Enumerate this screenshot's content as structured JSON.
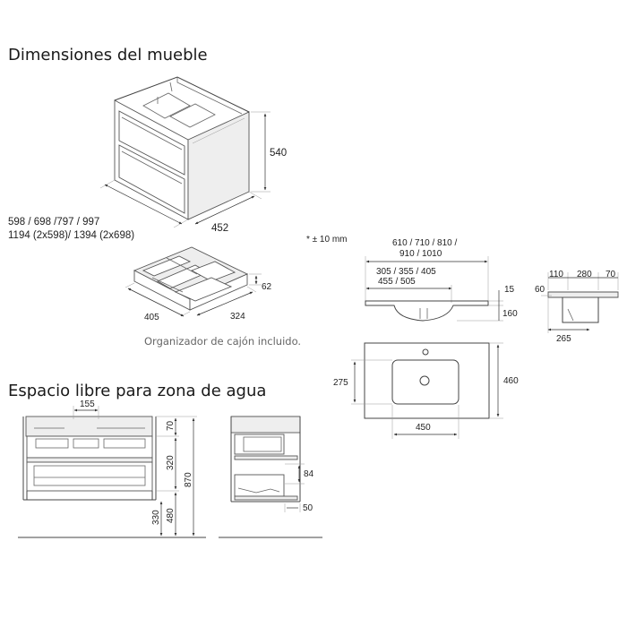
{
  "titles": {
    "furniture": "Dimensiones del mueble",
    "water": "Espacio libre para zona de agua"
  },
  "furniture": {
    "width": "598 / 698 /797 / 997",
    "width2": "1194 (2x598)/ 1394 (2x698)",
    "depth": "452",
    "height": "540"
  },
  "organizer": {
    "w": "405",
    "d": "324",
    "h": "62",
    "caption": "Organizador de cajón incluido."
  },
  "basin": {
    "tolerance": "* ± 10 mm",
    "width_top1": "610 / 710 / 810 /",
    "width_top2": "910 / 1010",
    "inner1": "305 / 355 / 405",
    "inner2": "455 / 505",
    "t15": "15",
    "t160": "160",
    "s110": "110",
    "s280": "280",
    "s70": "70",
    "s60": "60",
    "s265": "265",
    "p275": "275",
    "p460": "460",
    "p450": "450"
  },
  "water": {
    "w155": "155",
    "v70": "70",
    "v320": "320",
    "v480": "480",
    "v330": "330",
    "v870": "870",
    "s84": "84",
    "s50": "50"
  },
  "colors": {
    "line": "#444444",
    "fill": "#eeeeee",
    "text": "#222222"
  }
}
